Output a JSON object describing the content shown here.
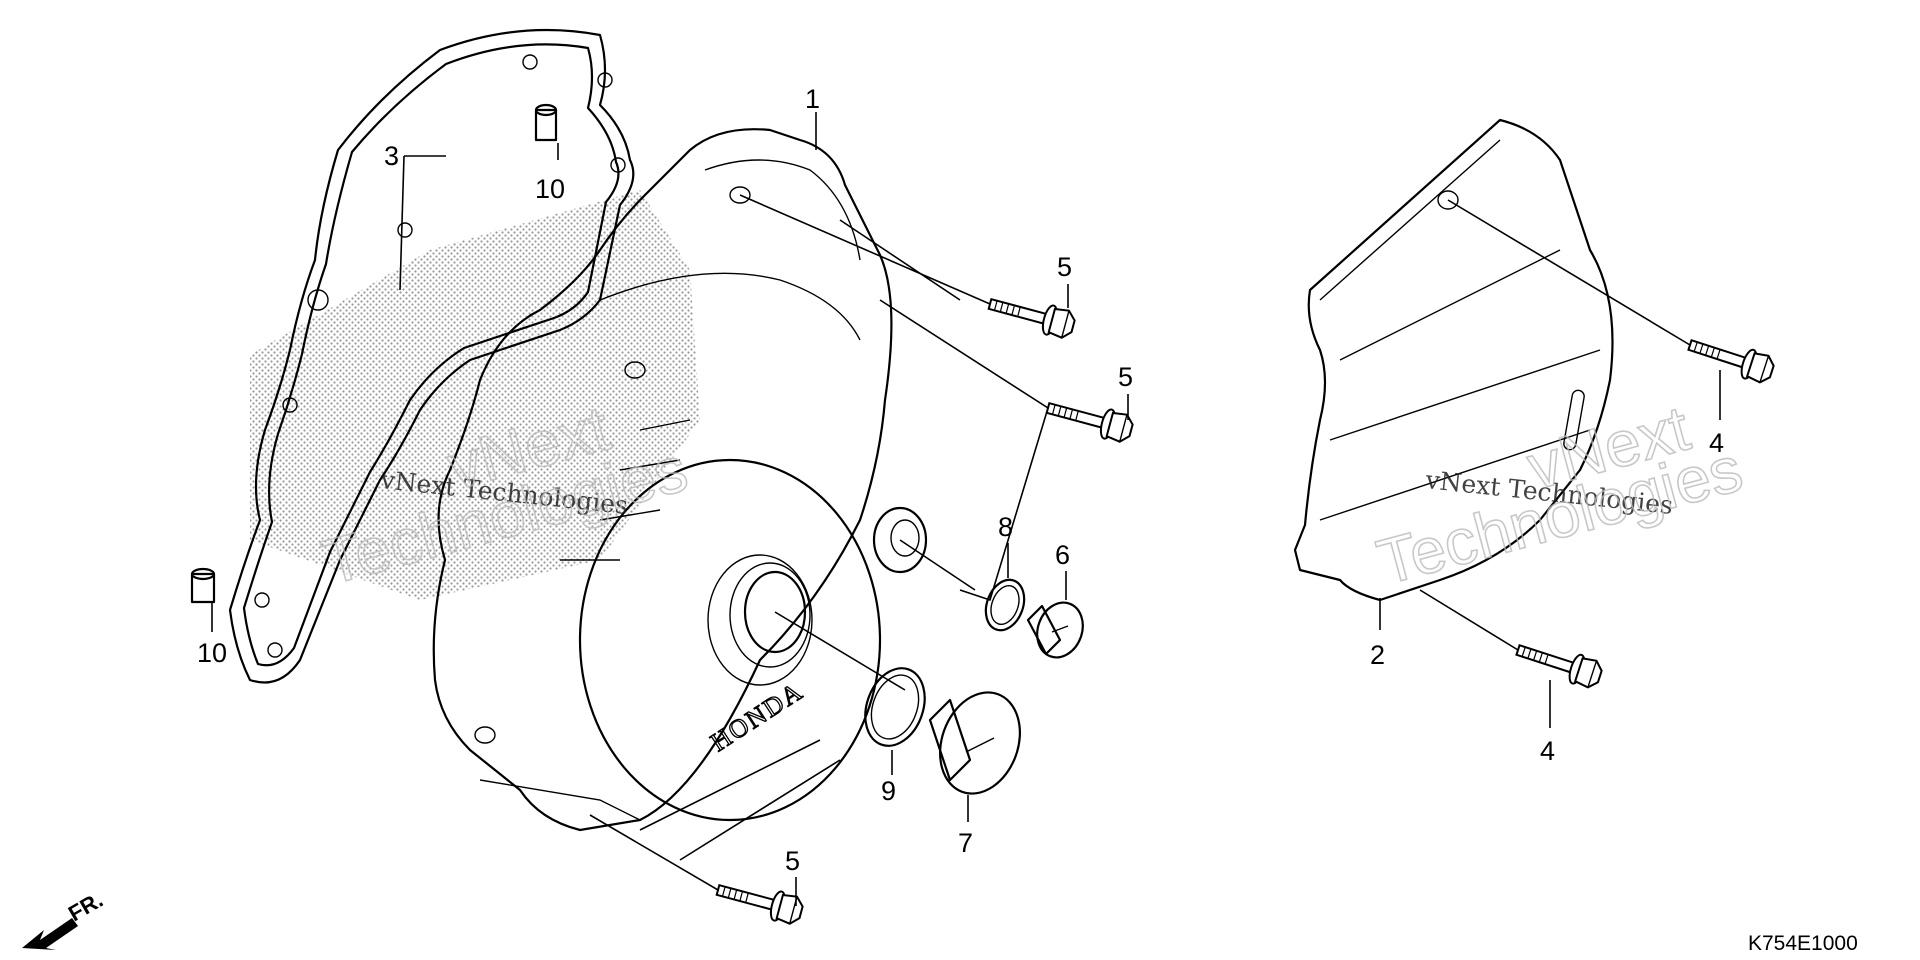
{
  "diagram": {
    "code": "K754E1000",
    "front_marker": "FR.",
    "brand_on_cover": "HONDA",
    "watermark_small": "vNext Technologies",
    "watermark_large_line1": "vNext",
    "watermark_large_line2": "Technologies"
  },
  "callouts": {
    "c1": "1",
    "c2": "2",
    "c3": "3",
    "c4a": "4",
    "c4b": "4",
    "c5a": "5",
    "c5b": "5",
    "c5c": "5",
    "c6": "6",
    "c7": "7",
    "c8": "8",
    "c9": "9",
    "c10a": "10",
    "c10b": "10"
  }
}
